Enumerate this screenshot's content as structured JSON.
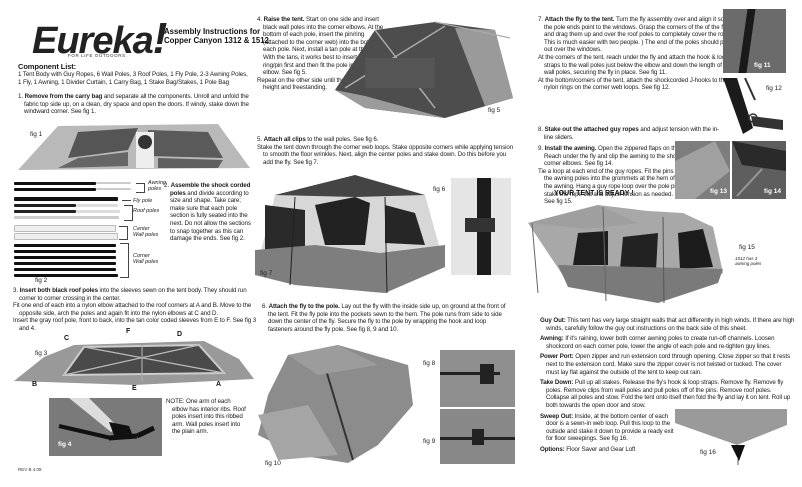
{
  "header": {
    "brand": "Eureka",
    "brand_mark": "!",
    "tagline": "FOR LIFE OUTDOORS.",
    "title_line1": "Assembly Instructions for",
    "title_line2": "Copper Canyon 1312 & 1512"
  },
  "components": {
    "heading": "Component List:",
    "line1": "1 Tent Body with Guy Ropes,  6 Wall Poles,  3 Roof Poles, 1 Fly Pole,  2-3 Awning Poles,",
    "line2": "1 Fly, 1 Awning, 1 Divider Curtain, 1 Carry Bag, 1 Stake Bag/Stakes,  1 Pole Bag"
  },
  "steps": {
    "s1": {
      "num": "1.",
      "bold": "Remove from the carry bag",
      "text": " and separate all the components. Unroll and unfold the fabric top side up, on a clean, dry space and open the doors. If windy, stake down the windward corner. See fig 1."
    },
    "s2": {
      "num": "2.",
      "bold": "Assemble the shock corded poles",
      "text": " and divide according to size and shape. Take care; make sure that each pole section is fully seated into the next. Do not allow the sections to snap together as this can damage the ends. See fig 2."
    },
    "s3": {
      "num": "3.",
      "bold": "Insert both black roof poles",
      "text": " into the sleeves sewn on the tent body. They should run corner to corner crossing in the center.",
      "p2": "Fit one end of each into a nylon elbow attached to the roof corners at A and B. Move to the opposite side, arch the poles and again fit into the nylon elbows at C and D.",
      "p3": "Insert the gray roof pole, front to back, into the tan color coded sleeves from E to F. See fig 3 and 4."
    },
    "note": "NOTE: One arm of each elbow has interior ribs. Roof poles insert into this ribbed arm. Wall poles insert into the plain arm.",
    "s4": {
      "num": "4.",
      "bold": "Raise the tent.",
      "text": " Start on one side and insert black wall poles into the corner elbows. At the bottom of each pole, insert the pin/ring (attached to the corner web) into the bottom of each pole. Next, install a tan pole at the center. With the tans, it works best to insert the ring/pin first and then fit the pole into the elbow.  See fig 5.",
      "p2": "Repeat on the other side until the tent is at full height and freestanding."
    },
    "s5": {
      "num": "5.",
      "bold": "Attach all clips",
      "text": " to the wall poles. See fig 6.",
      "p2": "Stake the tent down through the corner web loops. Stake opposite corners while applying tension to smooth the floor wrinkles. Next, align the center poles and stake down. Do this before you add the fly. See fig 7."
    },
    "s6": {
      "num": "6.",
      "bold": "Attach the fly to the pole.",
      "text": " Lay out the fly with the inside side up, on ground at the front of the tent. Fit the fly pole into the pockets sewn to the hem. The pole runs from side to side down the center of the fly. Secure the fly to the pole by wrapping the hook and loop fasteners around the fly pole. See fig 8, 9 and 10."
    },
    "s7": {
      "num": "7.",
      "bold": "Attach the fly to the tent.",
      "text": " Turn the fly assembly over and align it so that the pole ends point to the windows. Grasp the corners of the of the fly and drag them up and over the roof poles to completely cover the roof. ( This is much easier with two people. ) The end of the poles should point out over the windows.",
      "p2": "At the corners of the tent, reach under the fly and attach the hook & loop straps to the wall poles just below the elbow and down the length of the wall poles, securing the fly in place.  See fig 11.",
      "p3": "At the bottom/corners of the tent,  attach the shockcorded J-hooks to the nylon rings on the corner web loops. See fig 12."
    },
    "s8": {
      "num": "8.",
      "bold": "Stake out the attached guy ropes",
      "text": " and adjust tension with the in-line sliders."
    },
    "s9": {
      "num": "9.",
      "bold": "Install the awning.",
      "text": " Open the zippered flaps on the fly. See fig 13. Reach under the fly and clip the awning to the shockcords on the corner elbows. See fig 14.",
      "p2": "Tie a loop at each end of the guy ropes. Fit the pins of the awning poles into the grommets at the hem of the awning. Hang a guy rope loop over the pole pin, stake the rope out and adjust tension as needed. See fig 15."
    },
    "ready": "YOUR TENT IS READY !"
  },
  "tips": [
    {
      "bold": "Guy Out:",
      "text": " This tent has very large straight walls that act differently in high winds. If there are high winds, carefully follow the guy out instructions on the back side of this sheet."
    },
    {
      "bold": "Awning:",
      "text": " If it's raining, lower both corner awning poles to create run-off channels. Loosen shockcord on each corner pole, lower the angle of each pole and re-tighten guy lines."
    },
    {
      "bold": "Power Port:",
      "text": " Open zipper and run extension cord through opening. Close zipper so that it rests next to the extension cord. Make sure the zipper cover is not twisted or tucked. The cover must lay flat against the outside of the tent to keep out rain."
    },
    {
      "bold": "Take Down:",
      "text": " Pull up all stakes. Release the fly's hook & loop straps. Remove fly. Remove fly poles. Remove clips from wall poles and pull poles off of the pins. Remove roof poles. Collapse all poles and stow. Fold the tent onto itself then fold the fly and lay it on tent. Roll up both towards the open door and stow."
    },
    {
      "bold": "Sweep Out:",
      "text": " Inside, at the bottom center of each door is a sewn-in web loop. Pull this loop to the outside and stake it down to provide a ready exit for floor sweepings. See fig 16."
    },
    {
      "bold": "Options:",
      "text": " Floor Saver and Gear Loft"
    }
  ],
  "pole_labels": {
    "awning": "Awning poles",
    "fly": "Fly pole",
    "roof": "Roof poles",
    "center": "Center Wall poles",
    "corner": "Corner Wall poles"
  },
  "figures": {
    "fig1": "fig 1",
    "fig2": "fig 2",
    "fig3": "fig 3",
    "fig4": "fig 4",
    "fig5": "fig 5",
    "fig6": "fig 6",
    "fig7": "fig 7",
    "fig8": "fig 8",
    "fig9": "fig 9",
    "fig10": "fig 10",
    "fig11": "fig 11",
    "fig12": "fig 12",
    "fig13": "fig 13",
    "fig14": "fig 14",
    "fig15": "fig 15",
    "fig16": "fig 16",
    "fig15_note_line1": "1512 has 3",
    "fig15_note_line2": "awning poles"
  },
  "fig3_letters": {
    "A": "A",
    "B": "B",
    "C": "C",
    "D": "D",
    "E": "E",
    "F": "F"
  },
  "footer": {
    "revision": "REV  B  4.09"
  }
}
